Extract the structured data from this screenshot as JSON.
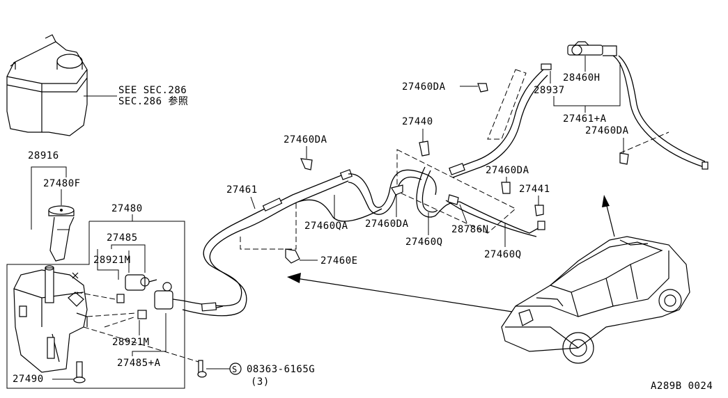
{
  "labels": {
    "see_sec_en": "SEE SEC.286",
    "see_sec_jp": "SEC.286 参照",
    "p28916": "28916",
    "p27480F": "27480F",
    "p27480": "27480",
    "p27485": "27485",
    "p28921M_top": "28921M",
    "p28921M_bottom": "28921M",
    "p27485A": "27485+A",
    "p27490": "27490",
    "p27461": "27461",
    "p27460DA_a": "27460DA",
    "p27460QA": "27460QA",
    "p27460DA_b": "27460DA",
    "p27460Q_a": "27460Q",
    "p27440": "27440",
    "p27460DA_c": "27460DA",
    "p27460DA_d": "27460DA",
    "p27441": "27441",
    "p28786N": "28786N",
    "p27460Q_b": "27460Q",
    "p27460E": "27460E",
    "p28937": "28937",
    "p28460H": "28460H",
    "p27461A": "27461+A",
    "p27460DA_e": "27460DA",
    "screw_symbol": "S",
    "screw_part": "08363-6165G",
    "screw_qty": "(3)",
    "figure_code": "A289B 0024"
  }
}
